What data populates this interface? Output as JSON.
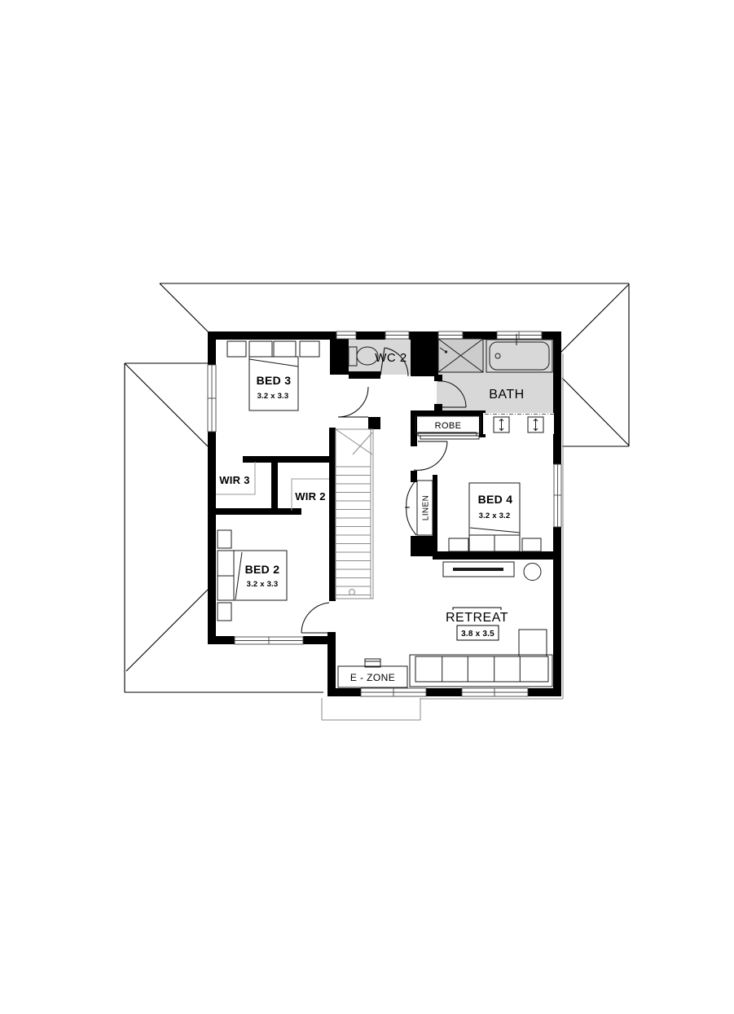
{
  "plan": {
    "rooms": {
      "bed3": {
        "name": "BED 3",
        "dims": "3.2 x 3.3"
      },
      "wc2": {
        "name": "WC 2"
      },
      "bath": {
        "name": "BATH"
      },
      "robe": {
        "name": "ROBE"
      },
      "wir3": {
        "name": "WIR 3"
      },
      "wir2": {
        "name": "WIR 2"
      },
      "bed4": {
        "name": "BED 4",
        "dims": "3.2 x 3.2"
      },
      "linen": {
        "name": "LINEN"
      },
      "bed2": {
        "name": "BED 2",
        "dims": "3.2 x 3.3"
      },
      "retreat": {
        "name": "RETREAT",
        "dims": "3.8 x 3.5"
      },
      "ezone": {
        "name": "E - ZONE"
      }
    },
    "colors": {
      "wall": "#000000",
      "wet_floor": "#d8d8d8",
      "shower_floor": "#cccccc",
      "background": "#ffffff"
    }
  }
}
